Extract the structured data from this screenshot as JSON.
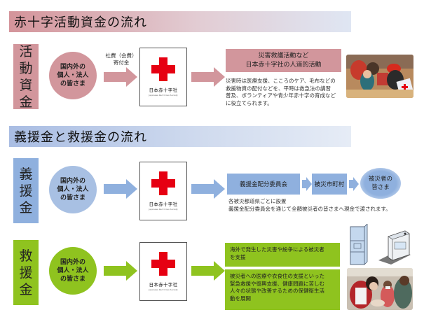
{
  "colors": {
    "activity_pink": "#d2969c",
    "relief_blue": "#8fb0de",
    "aid_green": "#8fc31f",
    "red_cross": "#e60012"
  },
  "section1": {
    "title": "赤十字活動資金の流れ",
    "vertical_label": [
      "活",
      "動",
      "資",
      "金"
    ],
    "donor": [
      "国内外の",
      "個人・法人",
      "の皆さま"
    ],
    "arrow_label": [
      "社費（会費）",
      "寄付金"
    ],
    "logo": {
      "jp": "日本赤十字社",
      "en": "Japanese Red Cross Society",
      "icon": "red-cross-icon"
    },
    "result_box": [
      "災害救護活動など",
      "日本赤十字社の人道的活動"
    ],
    "description": [
      "災害時は医療支援、こころのケア、毛布などの",
      "救援物資の配付などを、平時は救急法の講習",
      "普及、ボランティアや青少年赤十字の育成など",
      "に役立てられます。"
    ],
    "photo": "relief-volunteers-photo"
  },
  "section2": {
    "title": "義援金と救援金の流れ",
    "gienkin": {
      "vertical_label": [
        "義",
        "援",
        "金"
      ],
      "donor": [
        "国内外の",
        "個人・法人",
        "の皆さま"
      ],
      "logo": {
        "jp": "日本赤十字社",
        "en": "Japanese Red Cross Society"
      },
      "flow": [
        "義援金配分委員会",
        "被災市町村"
      ],
      "end_node": [
        "被災者の",
        "皆さま"
      ],
      "note": [
        "各被災都道県ごとに設置",
        "義援金配分委員会を通じて全額被災者の皆さまへ現金で渡されます。"
      ]
    },
    "kyuenkin": {
      "vertical_label": [
        "救",
        "援",
        "金"
      ],
      "donor": [
        "国内外の",
        "個人・法人",
        "の皆さま"
      ],
      "logo": {
        "jp": "日本赤十字社",
        "en": "Japanese Red Cross Society"
      },
      "box1": [
        "海外で発生した災害や紛争による被災者",
        "を支援"
      ],
      "box2": [
        "被災者への医療や衣食住の支援といった",
        "緊急救援や復興支援、健康問題に苦しむ",
        "人々の状態や改善するための保健衛生活",
        "動を展開"
      ],
      "illustration": "refrigerator-washing-machine-icon",
      "photo": "medical-aid-photo"
    }
  }
}
